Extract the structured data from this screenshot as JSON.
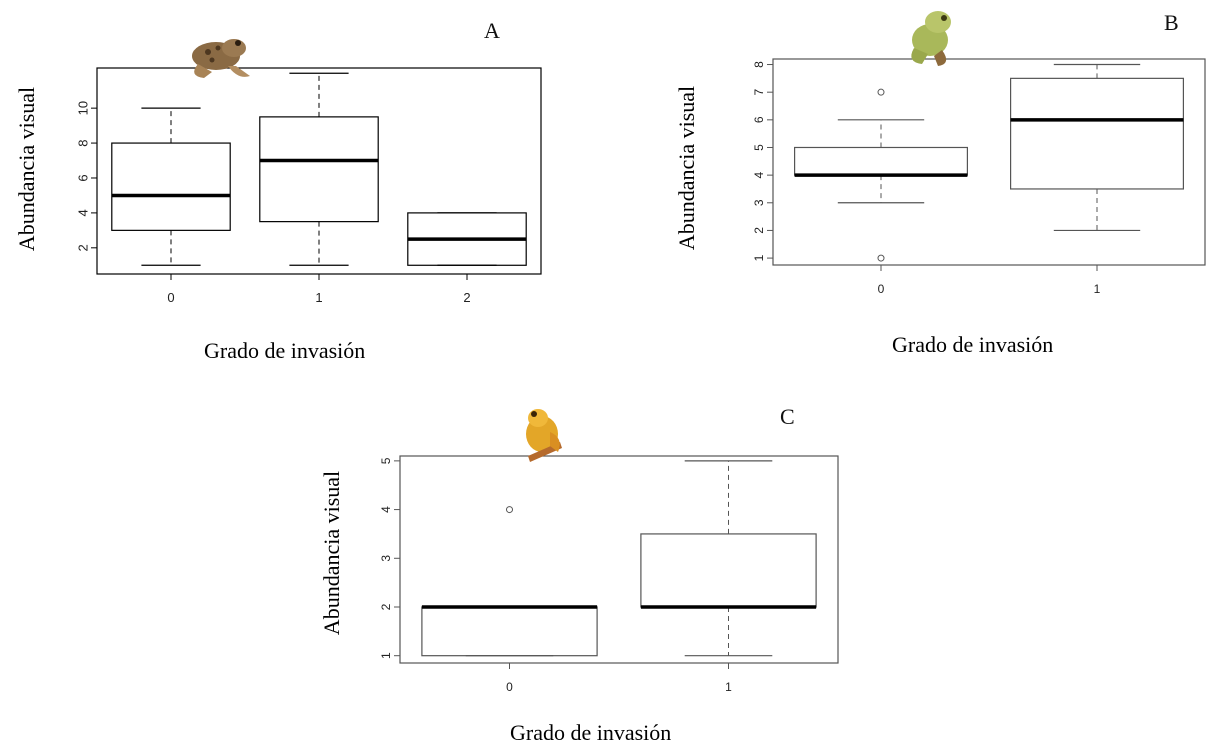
{
  "chart_data": [
    {
      "type": "box",
      "panel_label": "A",
      "ylabel": "Abundancia visual",
      "xlabel": "Grado de invasión",
      "categories": [
        "0",
        "1",
        "2"
      ],
      "ylim": [
        0.5,
        12.3
      ],
      "yticks": [
        2,
        4,
        6,
        8,
        10
      ],
      "boxes": [
        {
          "min": 1,
          "q1": 3,
          "median": 5,
          "q3": 8,
          "max": 10,
          "outliers": []
        },
        {
          "min": 1,
          "q1": 3.5,
          "median": 7,
          "q3": 9.5,
          "max": 12,
          "outliers": []
        },
        {
          "min": 1,
          "q1": 1,
          "median": 2.5,
          "q3": 4,
          "max": 4,
          "outliers": []
        }
      ],
      "icon": "frog-brown-icon"
    },
    {
      "type": "box",
      "panel_label": "B",
      "ylabel": "Abundancia visual",
      "xlabel": "Grado de invasión",
      "categories": [
        "0",
        "1"
      ],
      "ylim": [
        0.75,
        8.2
      ],
      "yticks": [
        1,
        2,
        3,
        4,
        5,
        6,
        7,
        8
      ],
      "boxes": [
        {
          "min": 3,
          "q1": 4,
          "median": 4,
          "q3": 5,
          "max": 6,
          "outliers": [
            7,
            1
          ]
        },
        {
          "min": 2,
          "q1": 3.5,
          "median": 6,
          "q3": 7.5,
          "max": 8,
          "outliers": []
        }
      ],
      "icon": "frog-green-icon"
    },
    {
      "type": "box",
      "panel_label": "C",
      "ylabel": "Abundancia visual",
      "xlabel": "Grado de invasión",
      "categories": [
        "0",
        "1"
      ],
      "ylim": [
        0.85,
        5.1
      ],
      "yticks": [
        1,
        2,
        3,
        4,
        5
      ],
      "boxes": [
        {
          "min": 1,
          "q1": 1,
          "median": 2,
          "q3": 2,
          "max": 2,
          "outliers": [
            4
          ]
        },
        {
          "min": 1,
          "q1": 2,
          "median": 2,
          "q3": 3.5,
          "max": 5,
          "outliers": []
        }
      ],
      "icon": "frog-yellow-icon"
    }
  ]
}
